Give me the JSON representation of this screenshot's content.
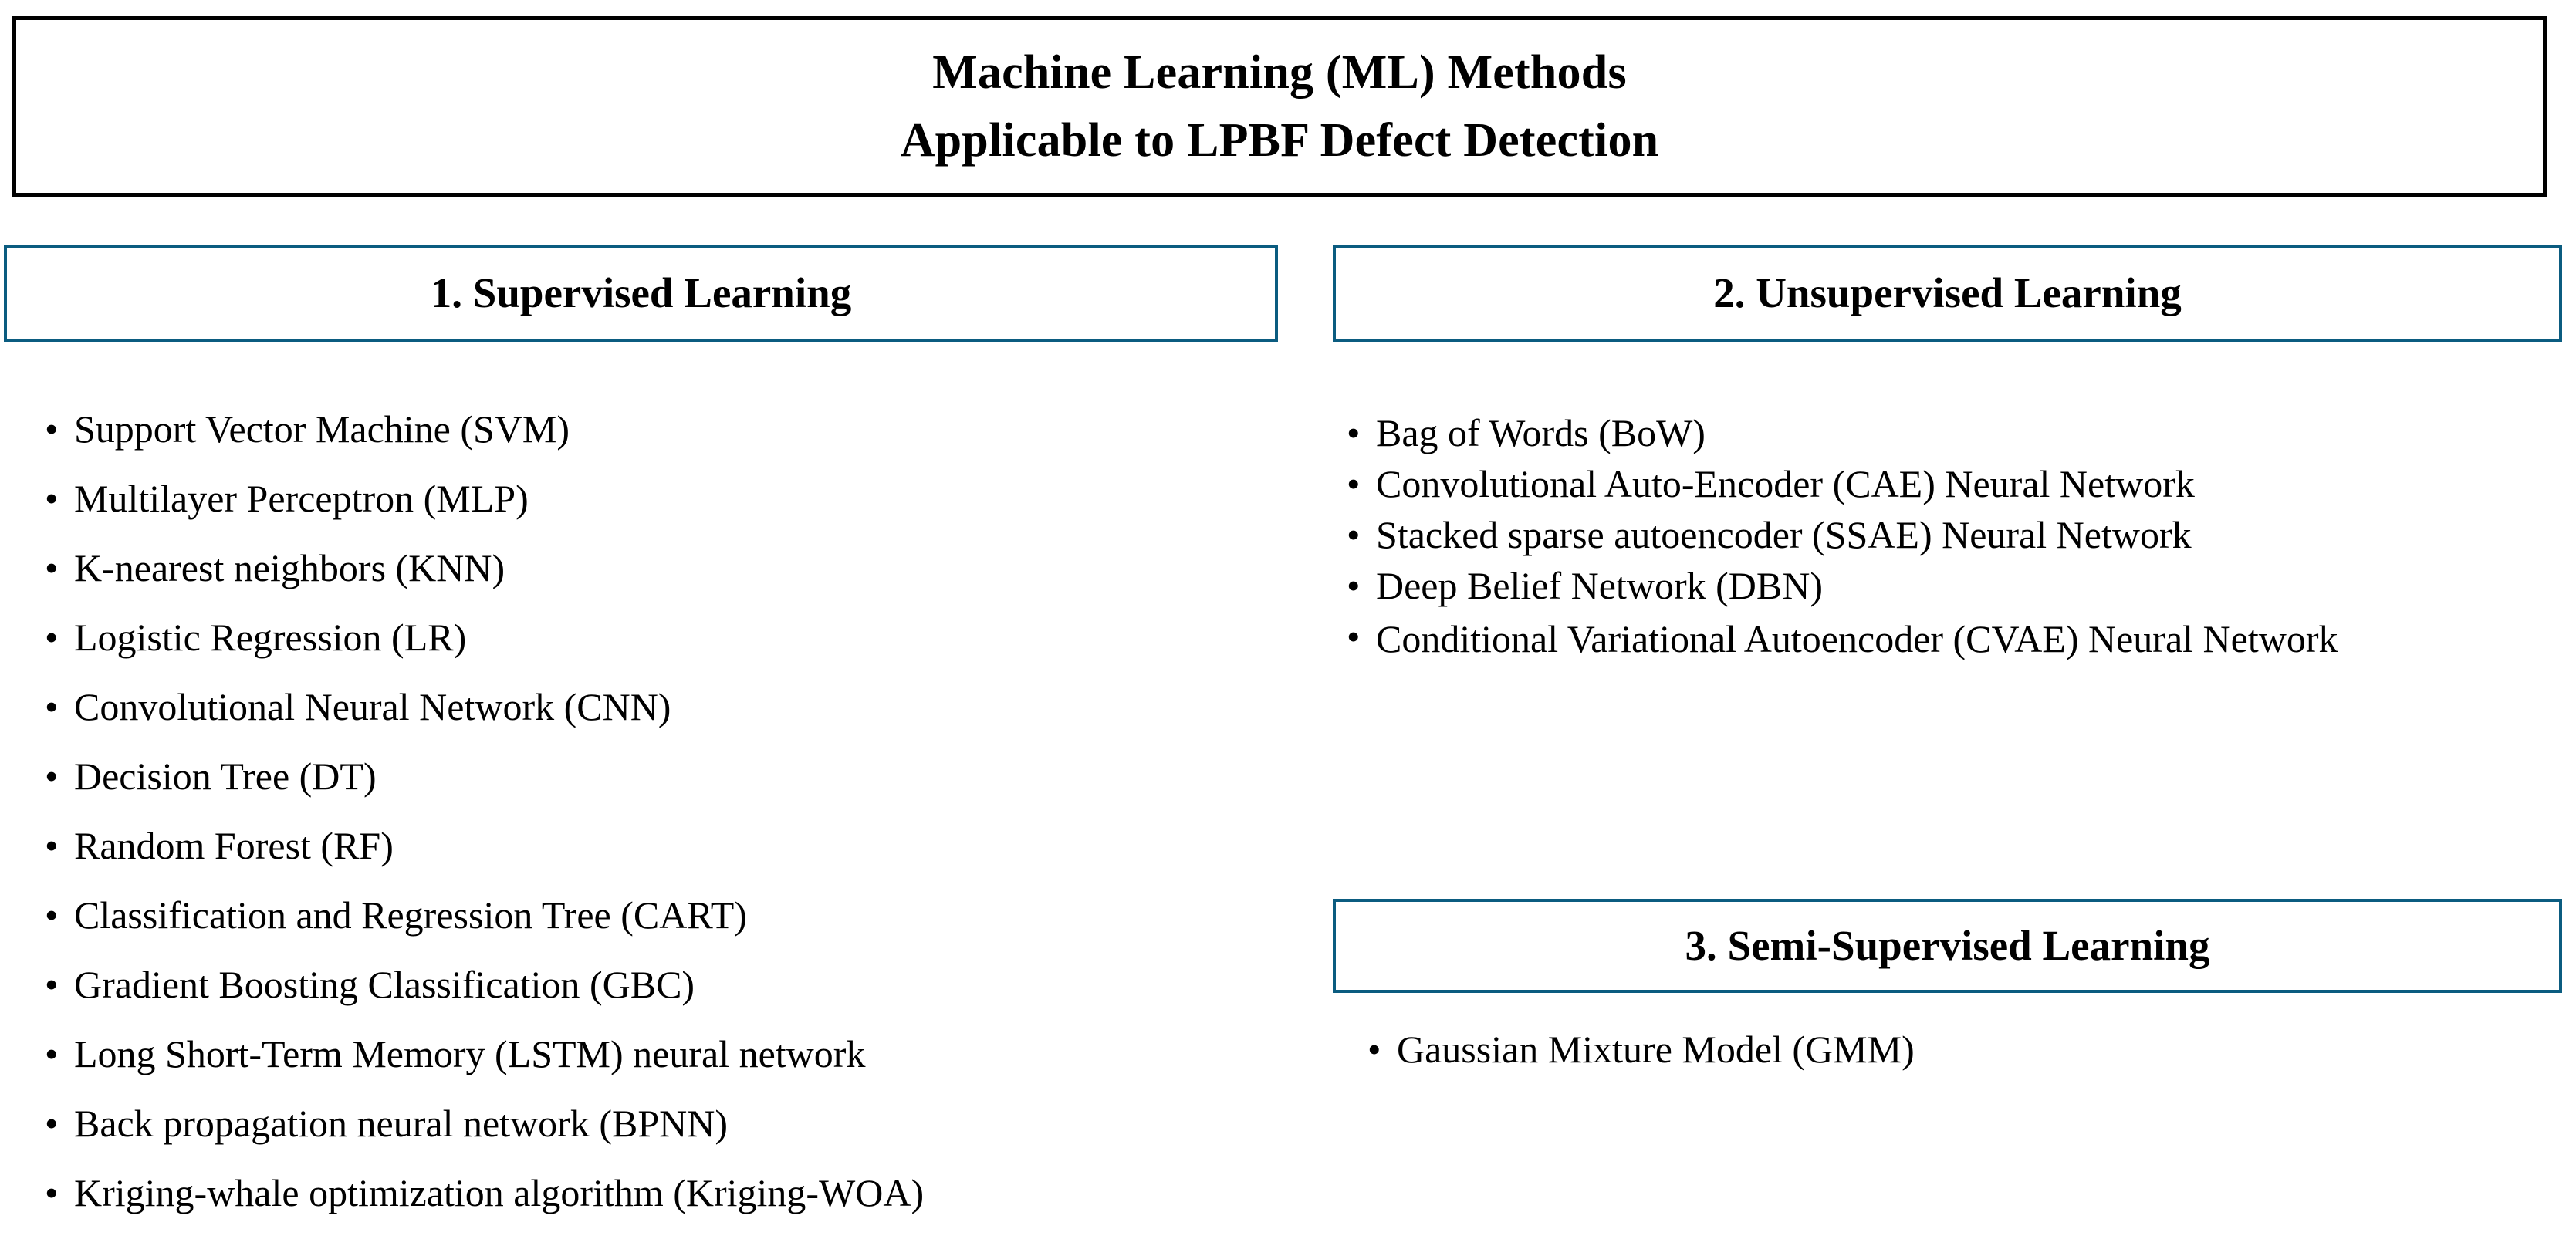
{
  "title": {
    "line1": "Machine Learning (ML) Methods",
    "line2": "Applicable to LPBF Defect Detection"
  },
  "colors": {
    "title_border": "#000000",
    "section_border": "#0b5c80",
    "text": "#000000",
    "background": "#ffffff"
  },
  "sections": [
    {
      "id": "supervised",
      "heading": "1. Supervised Learning",
      "bullet_glyph": "•",
      "items": [
        "Support Vector Machine (SVM)",
        "Multilayer Perceptron (MLP)",
        "K-nearest neighbors (KNN)",
        "Logistic Regression (LR)",
        "Convolutional Neural Network (CNN)",
        "Decision Tree (DT)",
        "Random Forest (RF)",
        "Classification and Regression Tree (CART)",
        "Gradient Boosting Classification (GBC)",
        "Long Short-Term Memory (LSTM) neural network",
        "Back propagation neural network (BPNN)",
        "Kriging-whale optimization algorithm (Kriging-WOA)"
      ]
    },
    {
      "id": "unsupervised",
      "heading": "2. Unsupervised Learning",
      "bullet_glyph": "•",
      "items": [
        "Bag of Words (BoW)",
        "Convolutional Auto-Encoder (CAE) Neural Network",
        "Stacked sparse autoencoder (SSAE) Neural Network",
        "Deep Belief Network (DBN)",
        "Conditional Variational Autoencoder (CVAE) Neural Network"
      ]
    },
    {
      "id": "semisupervised",
      "heading": "3. Semi-Supervised Learning",
      "bullet_glyph": "•",
      "items": [
        "Gaussian Mixture Model (GMM)"
      ]
    }
  ]
}
